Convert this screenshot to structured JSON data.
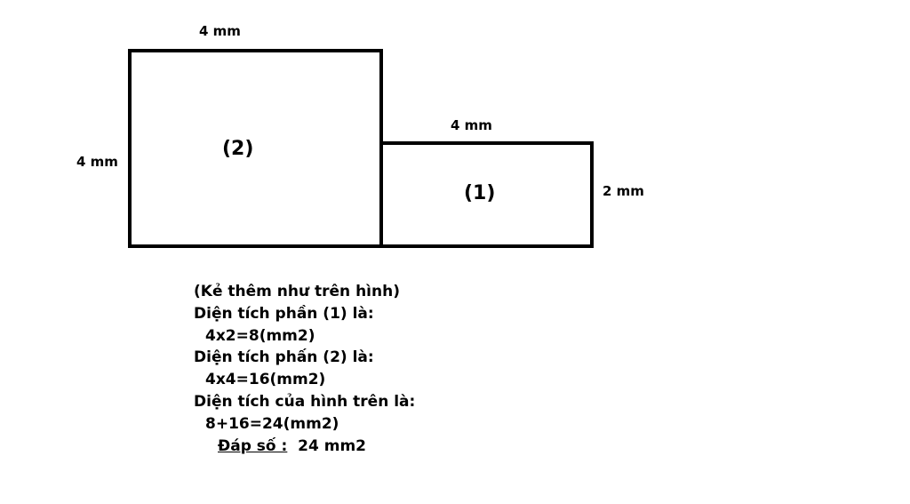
{
  "figure": {
    "rect2": {
      "label": "(2)",
      "top_label": "4 mm",
      "left_label": "4 mm"
    },
    "rect1": {
      "label": "(1)",
      "top_label": "4 mm",
      "right_label": "2 mm"
    }
  },
  "solution": {
    "note": "(Kẻ thêm như trên hình)",
    "line1": "Diện tích phần (1) là:",
    "calc1": "4x2=8(mm2)",
    "line2": "Diện tích phấn (2) là:",
    "calc2": "4x4=16(mm2)",
    "line3": "Diện tích của hình trên là:",
    "calc3": "8+16=24(mm2)",
    "answer_label": "Đáp số :",
    "answer_value": "24 mm2"
  }
}
